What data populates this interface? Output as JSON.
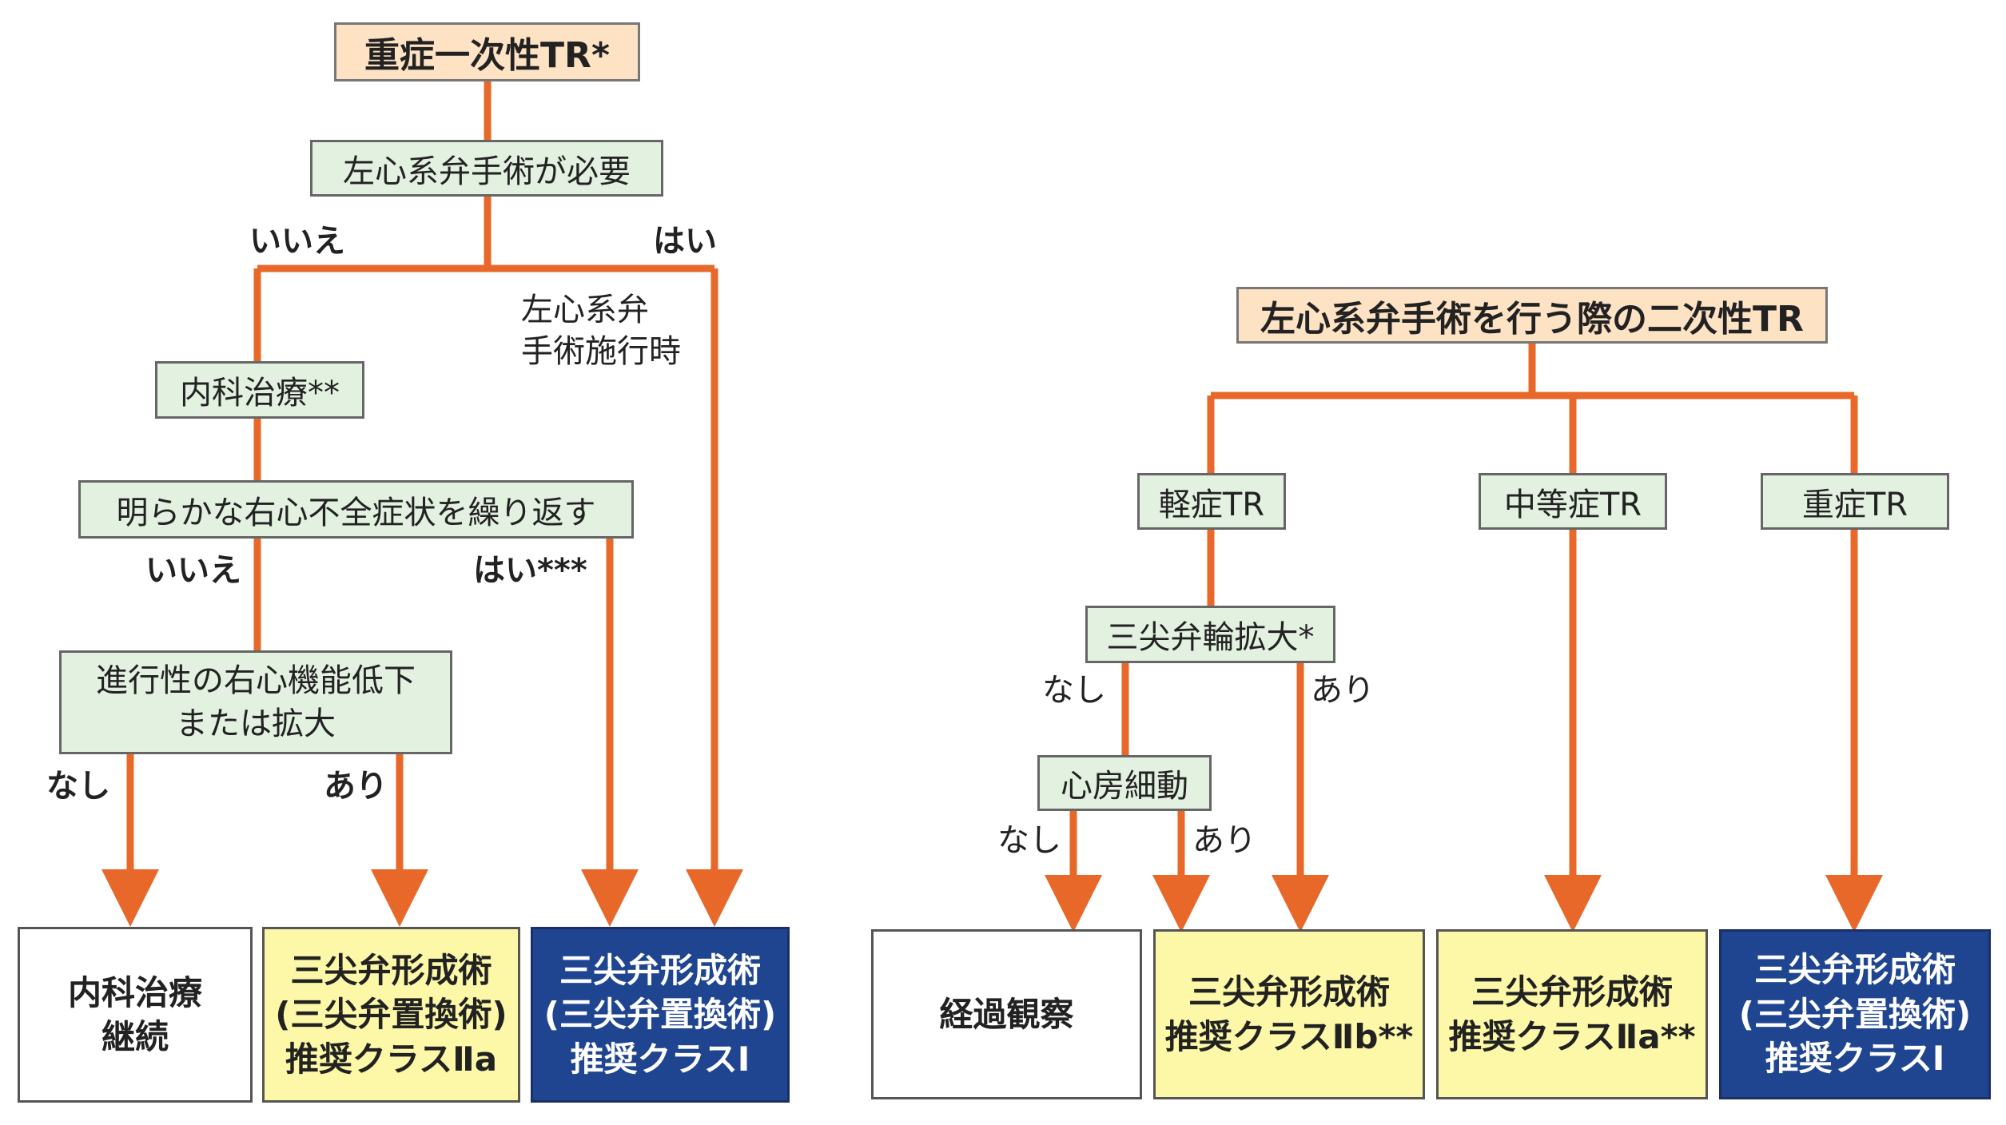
{
  "colors": {
    "line": "#e8682a",
    "peach": "#fde2c4",
    "green": "#e3f1e1",
    "yellow": "#fdf8a8",
    "navy": "#1f4590"
  },
  "left": {
    "title": "重症一次性TR*",
    "q1": "左心系弁手術が必要",
    "q1_no": "いいえ",
    "q1_yes": "はい",
    "yes_note": "左心系弁\n手術施行時",
    "medical": "内科治療**",
    "q2": "明らかな右心不全症状を繰り返す",
    "q2_no": "いいえ",
    "q2_yes": "はい***",
    "q3": "進行性の右心機能低下\nまたは拡大",
    "q3_none": "なし",
    "q3_present": "あり",
    "results": [
      {
        "lines": [
          "内科治療",
          "継続"
        ]
      },
      {
        "lines": [
          "三尖弁形成術",
          "(三尖弁置換術)",
          "推奨クラスⅡa"
        ]
      },
      {
        "lines": [
          "三尖弁形成術",
          "(三尖弁置換術)",
          "推奨クラスⅠ"
        ]
      }
    ]
  },
  "right": {
    "title": "左心系弁手術を行う際の二次性TR",
    "mild": "軽症TR",
    "moderate": "中等症TR",
    "severe": "重症TR",
    "annulus": "三尖弁輪拡大*",
    "annulus_none": "なし",
    "annulus_present": "あり",
    "af": "心房細動",
    "af_none": "なし",
    "af_present": "あり",
    "results": [
      {
        "lines": [
          "経過観察"
        ]
      },
      {
        "lines": [
          "三尖弁形成術",
          "推奨クラスⅡb**"
        ]
      },
      {
        "lines": [
          "三尖弁形成術",
          "推奨クラスⅡa**"
        ]
      },
      {
        "lines": [
          "三尖弁形成術",
          "(三尖弁置換術)",
          "推奨クラスⅠ"
        ]
      }
    ]
  }
}
